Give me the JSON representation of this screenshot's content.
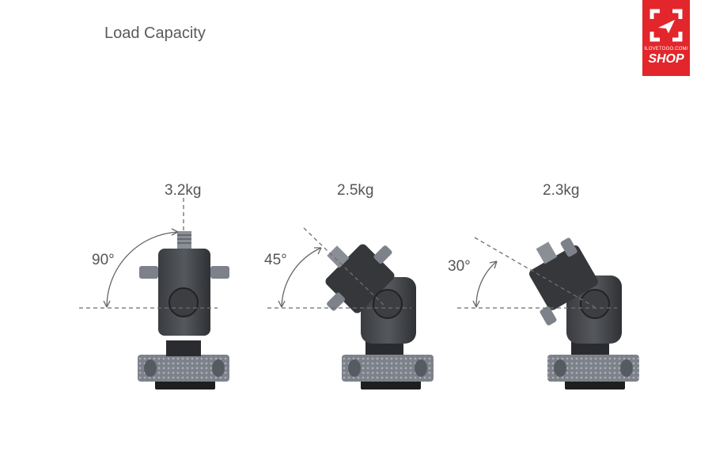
{
  "title": "Load Capacity",
  "logo": {
    "small_text": "ILOVETOGO.COM/",
    "brand_text": "SHOP",
    "color": "#e2262b"
  },
  "mounts": [
    {
      "angle_label": "90°",
      "weight_label": "3.2kg",
      "tilt_deg": 90
    },
    {
      "angle_label": "45°",
      "weight_label": "2.5kg",
      "tilt_deg": 45
    },
    {
      "angle_label": "30°",
      "weight_label": "2.3kg",
      "tilt_deg": 30
    }
  ]
}
